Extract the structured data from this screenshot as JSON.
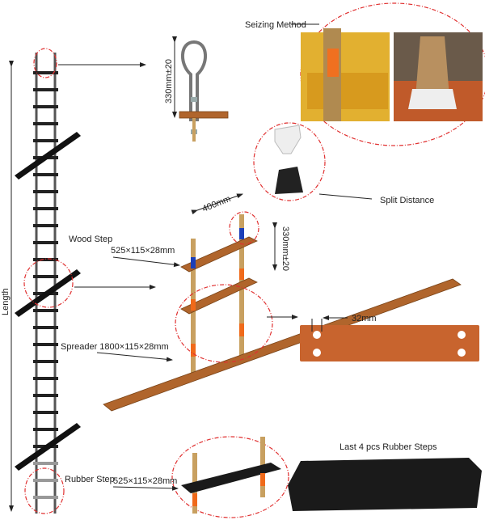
{
  "labels": {
    "seizing_method": "Seizing Method",
    "thimble_dim": "330mm±20",
    "split_distance": "Split Distance",
    "step_width": "400mm",
    "wood_step": "Wood Step",
    "wood_step_dim": "525×115×28mm",
    "step_spacing": "330mm±20",
    "hole_offset": "32mm",
    "spreader": "Spreader 1800×115×28mm",
    "rubber_steps_title": "Last 4 pcs Rubber Steps",
    "rubber_step": "Rubber Step",
    "rubber_step_dim": "525×115×28mm",
    "length": "Length"
  },
  "colors": {
    "callout_circle": "#e03030",
    "wood": "#b0652c",
    "rubber": "#1a1a1a",
    "clamp_blue": "#1c3fb8",
    "clamp_orange": "#f06a1a"
  }
}
